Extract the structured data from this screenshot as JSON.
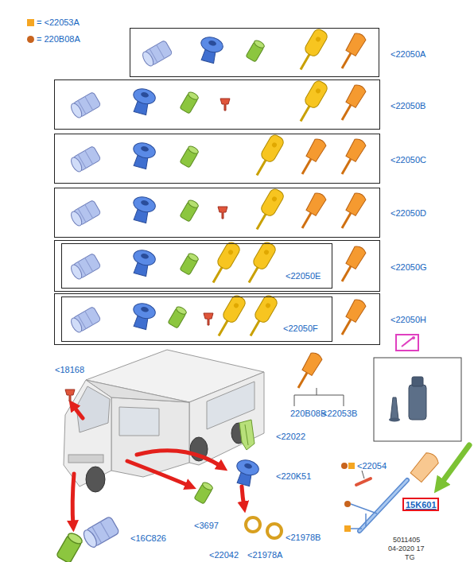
{
  "diagram": {
    "nodes": [
      {
        "text": [
          "<22050A"
        ]
      },
      {
        "text": [
          "<22050B"
        ]
      },
      {
        "text": [
          "<22050C"
        ]
      },
      {
        "text": [
          "<22050D"
        ]
      },
      {
        "text": [
          "<22050G"
        ]
      },
      {
        "text": [
          "<22050E"
        ],
        "in": 4
      },
      {
        "text": [
          "<22050H"
        ]
      },
      {
        "text": [
          "<22050F"
        ],
        "in": 6
      },
      {
        "text": [
          "15K601"
        ]
      }
    ],
    "labels": [
      "<18168",
      "220B08B",
      "<22053B",
      "<22022",
      "<22054",
      "<220K51",
      "<3697",
      "<16C826",
      "<22042",
      "<21978A",
      "<21978B",
      "5011405",
      "04-2020 17",
      "TG"
    ],
    "legend": [
      {
        "text": "= <22053A",
        "color": "#f5a623"
      },
      {
        "text": "= 220B08A",
        "color": "#c8641e"
      }
    ]
  }
}
